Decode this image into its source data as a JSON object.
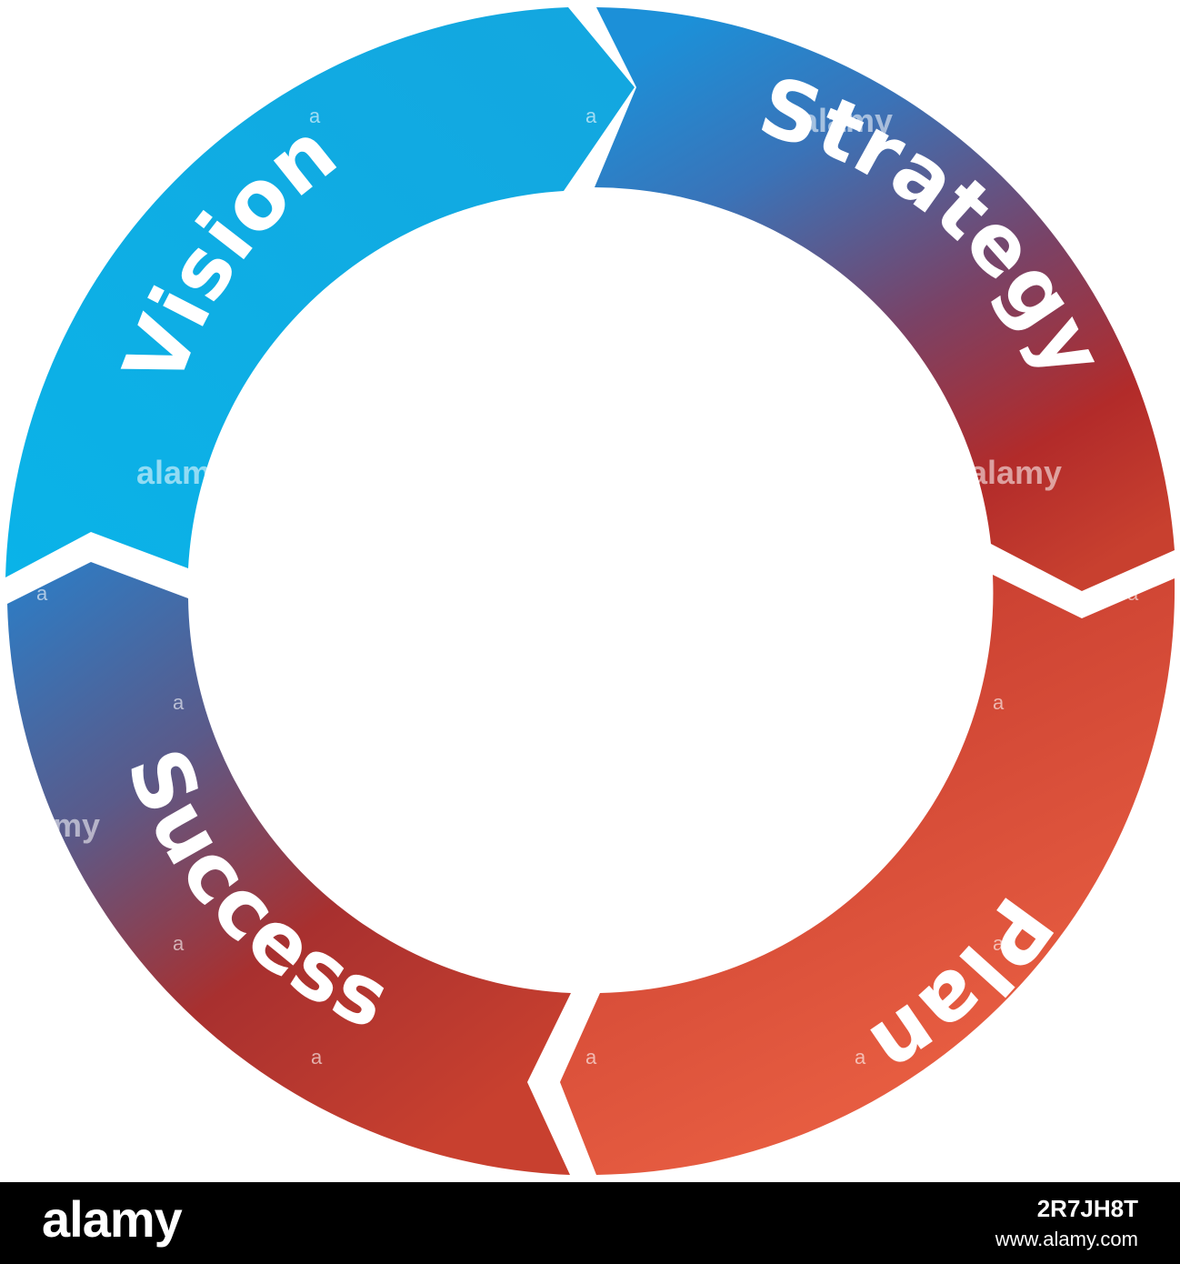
{
  "diagram": {
    "segments": [
      {
        "id": "vision",
        "label": "Vision",
        "gradient": [
          "#0ab3e8",
          "#12a9e0"
        ]
      },
      {
        "id": "strategy",
        "label": "Strategy",
        "gradient": [
          "#1e8fd8",
          "#b0302b"
        ]
      },
      {
        "id": "plan",
        "label": "Plan",
        "gradient": [
          "#c8402f",
          "#ee6445"
        ]
      },
      {
        "id": "success",
        "label": "Success",
        "gradient": [
          "#2b7ec8",
          "#b0302b"
        ]
      }
    ]
  },
  "watermark": {
    "text": "alamy",
    "mark": "a"
  },
  "footer": {
    "logo": "alamy",
    "image_id": "2R7JH8T",
    "url": "www.alamy.com"
  }
}
